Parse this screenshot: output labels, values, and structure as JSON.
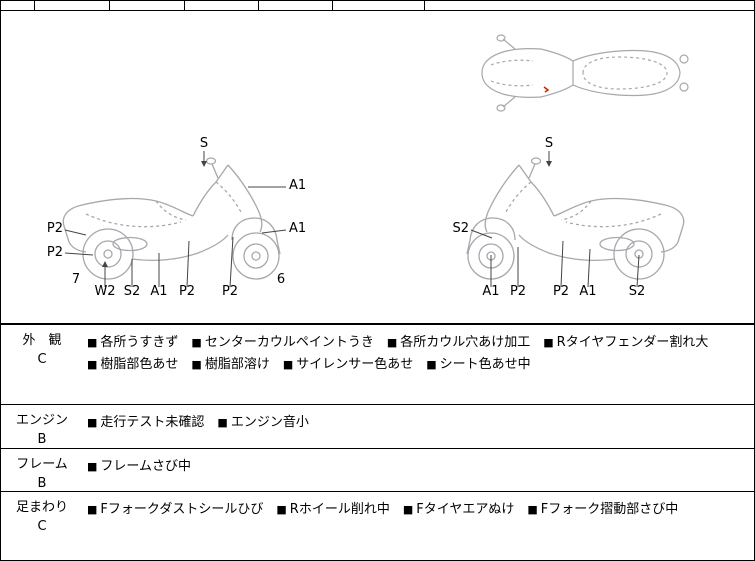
{
  "diagram": {
    "left": {
      "s": "S",
      "a1_top": "A1",
      "a1_mid": "A1",
      "p2_left_top": "P2",
      "p2_left_bottom": "P2",
      "num_left": "7",
      "num_right": "6",
      "bottom": [
        "W2",
        "S2",
        "A1",
        "P2",
        "P2"
      ]
    },
    "right": {
      "s": "S",
      "s2_left": "S2",
      "bottom": [
        "A1",
        "P2",
        "P2",
        "A1",
        "S2"
      ]
    },
    "damage_mark_color": "#cc2200",
    "line_color": "#a7a7ae"
  },
  "condition": {
    "bullet": "■",
    "rows": [
      {
        "label": "外　観",
        "grade": "C",
        "items": [
          "各所うすきず",
          "センターカウルペイントうき",
          "各所カウル穴あけ加工",
          "Rタイヤフェンダー割れ大",
          "樹脂部色あせ",
          "樹脂部溶け",
          "サイレンサー色あせ",
          "シート色あせ中"
        ]
      },
      {
        "label": "エンジン",
        "grade": "B",
        "items": [
          "走行テスト未確認",
          "エンジン音小"
        ]
      },
      {
        "label": "フレーム",
        "grade": "B",
        "items": [
          "フレームさび中"
        ]
      },
      {
        "label": "足まわり",
        "grade": "C",
        "items": [
          "Fフォークダストシールひび",
          "Rホイール削れ中",
          "Fタイヤエアぬけ",
          "Fフォーク摺動部さび中"
        ]
      }
    ]
  }
}
